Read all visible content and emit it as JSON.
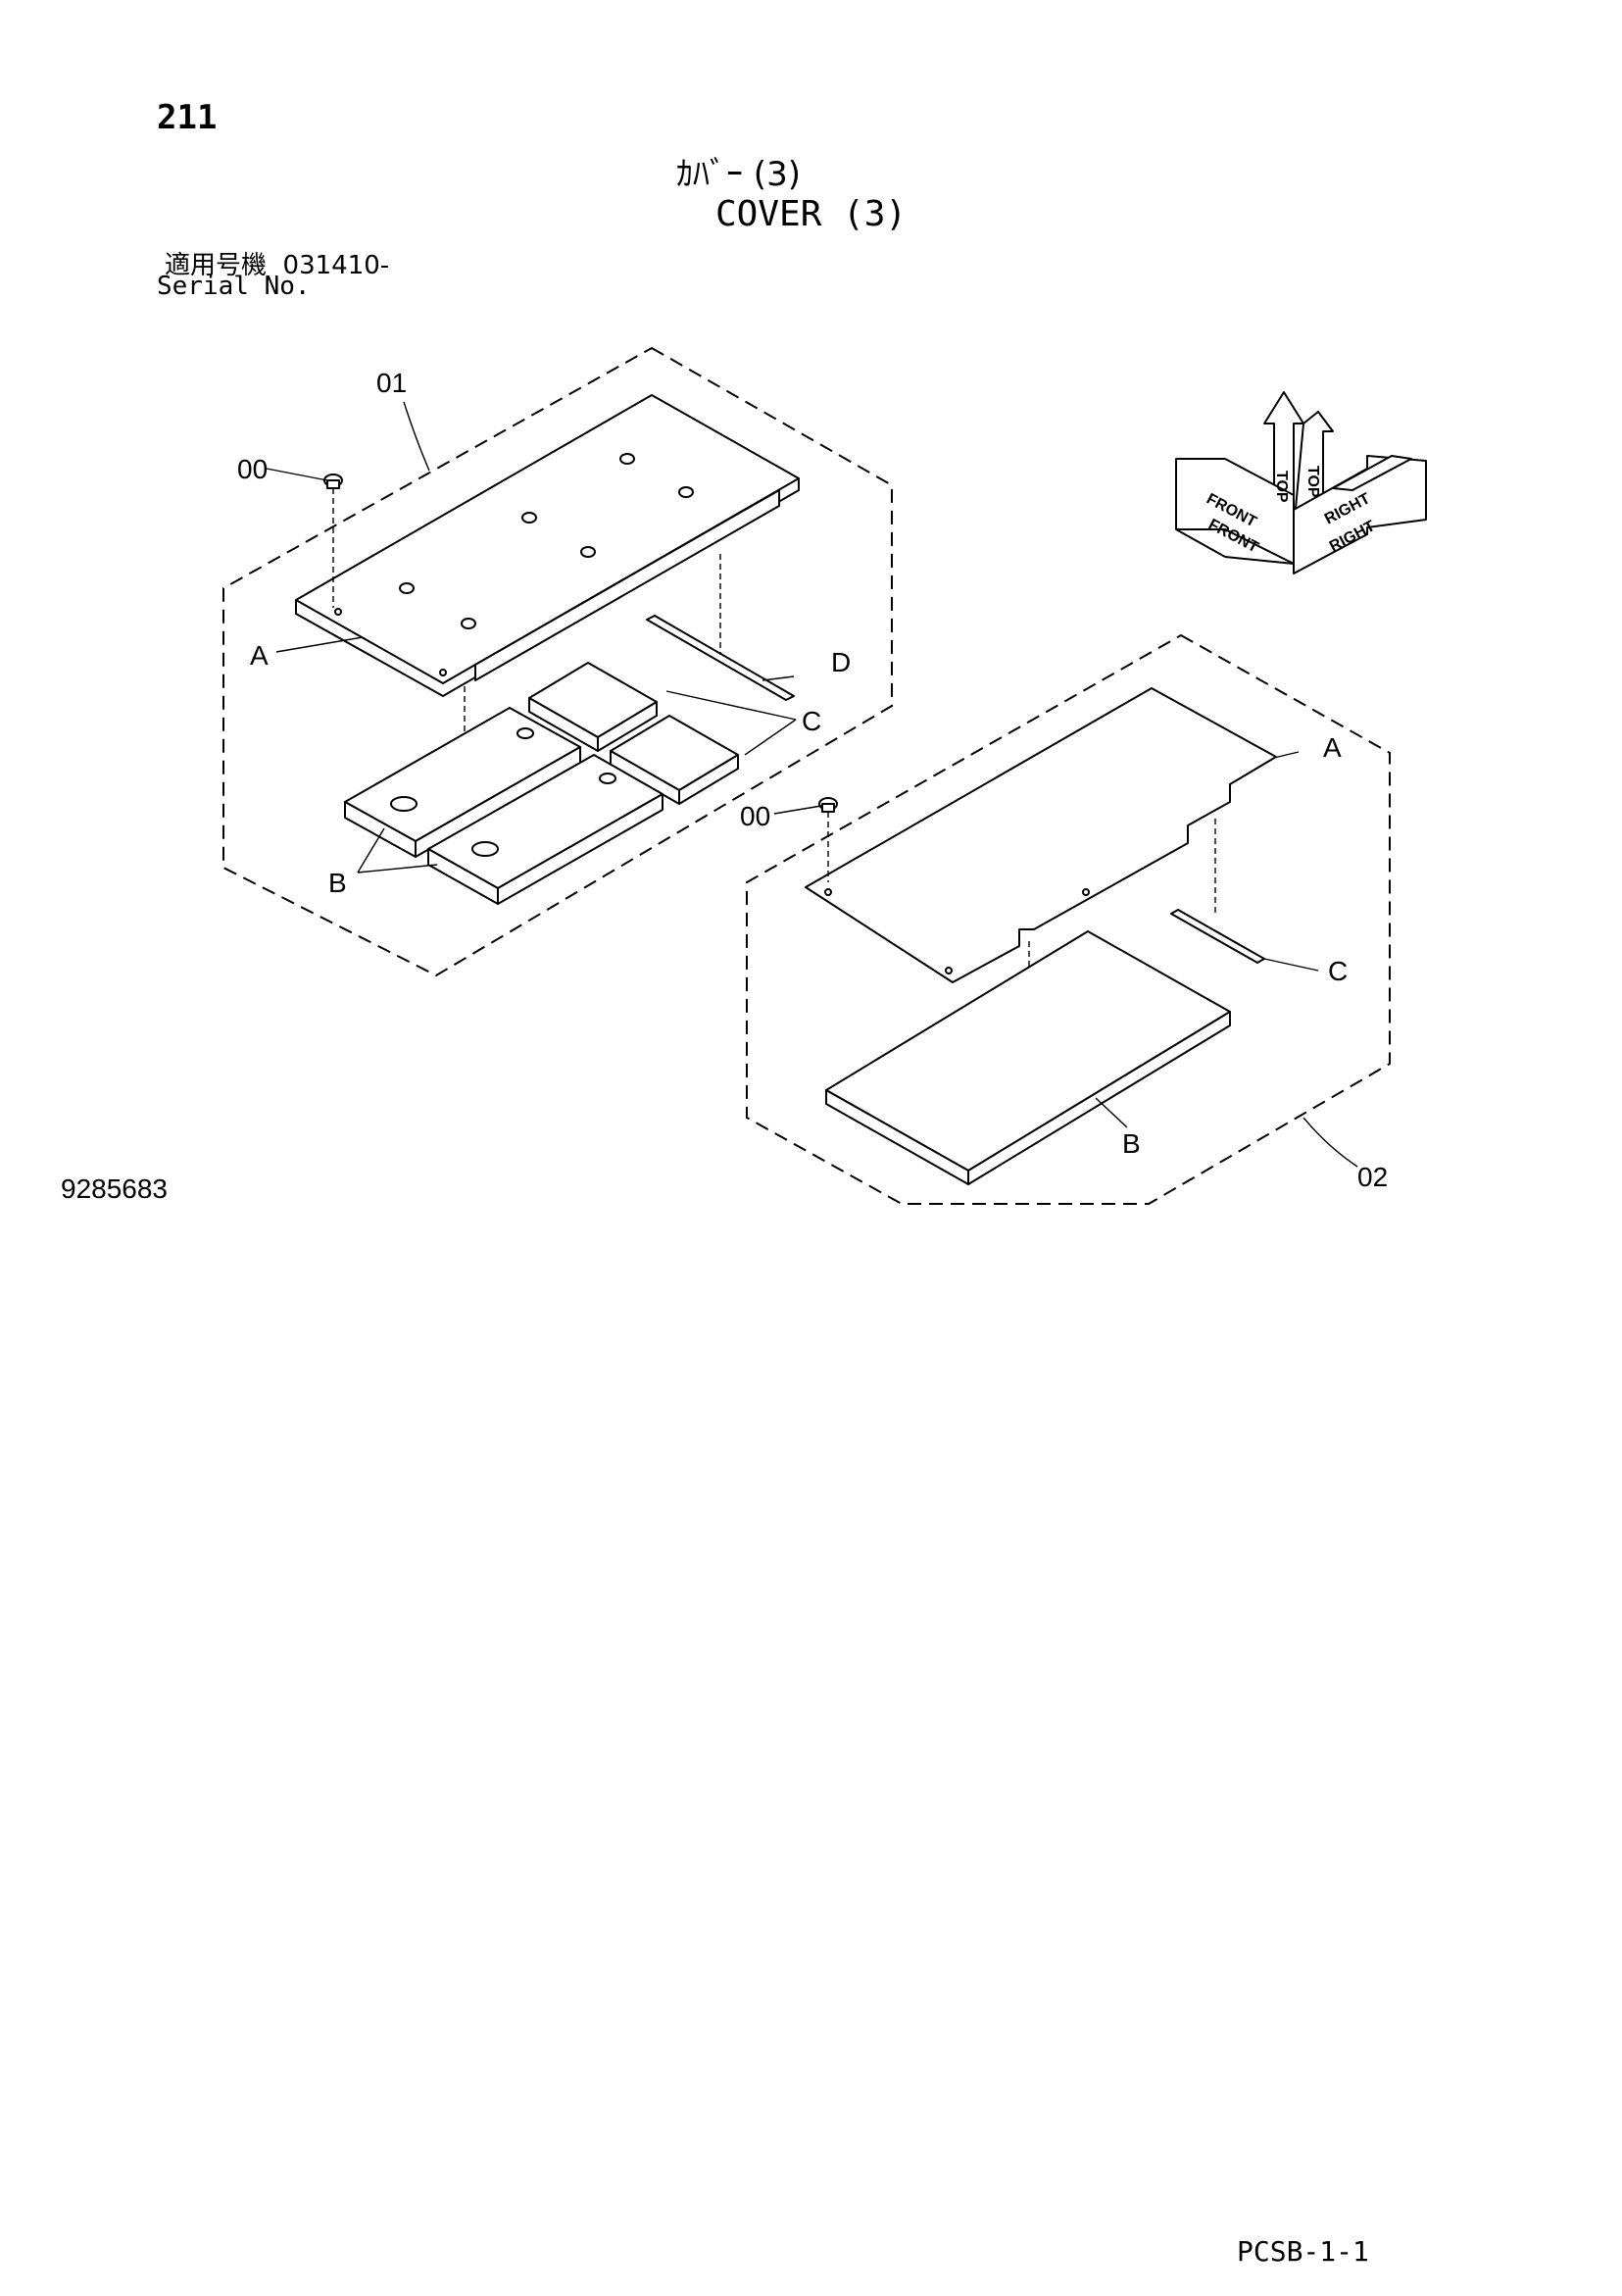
{
  "header": {
    "page_number": "211",
    "title_jp": "ｶﾊﾞｰ (3)",
    "title_en": "COVER (3)",
    "serial_label_jp": "適用号機",
    "serial_value": "031410-",
    "serial_label_en": "Serial No."
  },
  "diagram": {
    "assembly_1": {
      "number": "01",
      "bolt": "00",
      "labels": {
        "a": "A",
        "b": "B",
        "c": "C",
        "d": "D"
      }
    },
    "assembly_2": {
      "number": "02",
      "bolt": "00",
      "labels": {
        "a": "A",
        "b": "B",
        "c": "C"
      }
    },
    "compass": {
      "front": "FRONT",
      "top": "TOP",
      "right": "RIGHT"
    }
  },
  "footer": {
    "drawing_number": "9285683",
    "page_code": "PCSB-1-1"
  }
}
